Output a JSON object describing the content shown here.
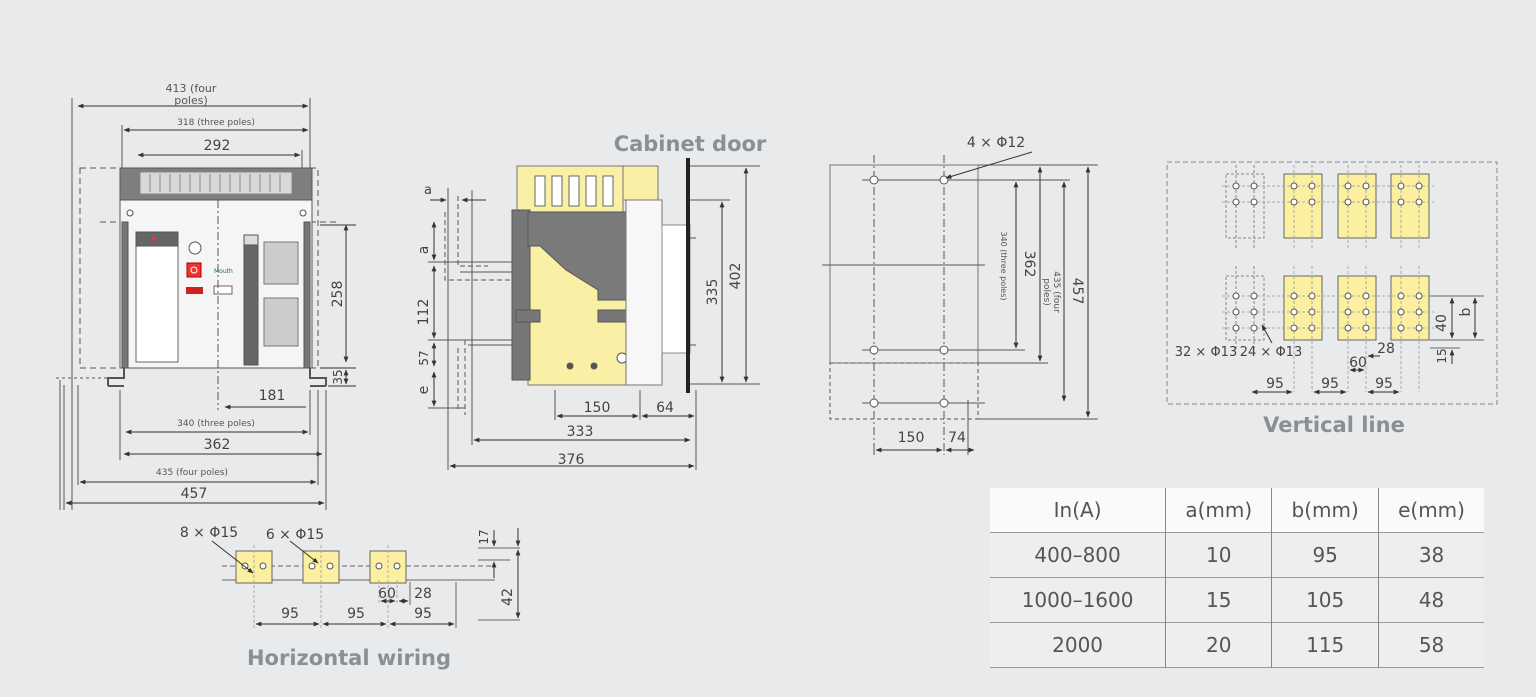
{
  "captions": {
    "cabinet_door": "Cabinet door",
    "vertical_line": "Vertical line",
    "horizontal_wiring": "Horizontal wiring"
  },
  "front_view": {
    "dim_413": "413 (four",
    "dim_413_b": "poles)",
    "dim_318": "318 (three poles)",
    "dim_292": "292",
    "dim_258": "258",
    "dim_35": "35",
    "dim_181": "181",
    "dim_340": "340 (three poles)",
    "dim_362": "362",
    "dim_435": "435 (four poles)",
    "dim_457": "457",
    "mouth_label": "Mouth"
  },
  "side_view": {
    "dim_a1": "a",
    "dim_a2": "a",
    "dim_112": "112",
    "dim_57": "57",
    "dim_e": "e",
    "dim_150": "150",
    "dim_64": "64",
    "dim_333": "333",
    "dim_376": "376",
    "dim_335": "335",
    "dim_402": "402"
  },
  "mount_view": {
    "holes": "4 × Φ12",
    "dim_340": "340 (three poles)",
    "dim_362": "362",
    "dim_435": "435 (four",
    "dim_435_b": "poles)",
    "dim_457": "457",
    "dim_150": "150",
    "dim_74": "74"
  },
  "vertical_view": {
    "holes": "32 × Φ13",
    "holes_b": "24 × Φ13",
    "dim_28": "28",
    "dim_60": "60",
    "dim_95a": "95",
    "dim_95b": "95",
    "dim_95c": "95",
    "dim_40": "40",
    "dim_b": "b",
    "dim_15": "15"
  },
  "horizontal_view": {
    "holes_a": "8 × Φ15",
    "holes_b": "6 × Φ15",
    "dim_17": "17",
    "dim_42": "42",
    "dim_60": "60",
    "dim_28": "28",
    "dim_95a": "95",
    "dim_95b": "95",
    "dim_95c": "95"
  },
  "table": {
    "headers": [
      "In(A)",
      "a(mm)",
      "b(mm)",
      "e(mm)"
    ],
    "rows": [
      [
        "400–800",
        "10",
        "95",
        "38"
      ],
      [
        "1000–1600",
        "15",
        "105",
        "48"
      ],
      [
        "2000",
        "20",
        "115",
        "58"
      ]
    ]
  }
}
